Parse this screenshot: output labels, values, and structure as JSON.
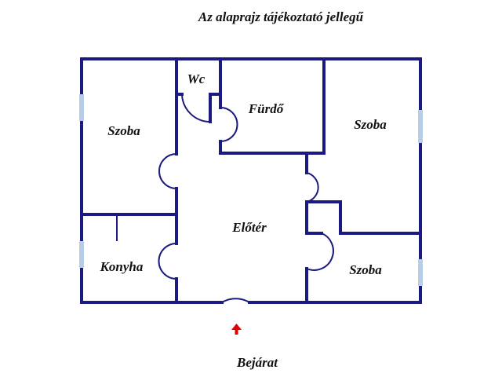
{
  "title": "Az alaprajz tájékoztató jellegű",
  "rooms": {
    "wc": "Wc",
    "furdo": "Fürdő",
    "szoba_left": "Szoba",
    "szoba_right_top": "Szoba",
    "szoba_right_bottom": "Szoba",
    "eloter": "Előtér",
    "konyha": "Konyha"
  },
  "entrance": {
    "label": "Bejárat",
    "marker_icon": "arrow-up-icon"
  },
  "colors": {
    "wall": "#1a1a80",
    "window": "#b8cde8",
    "arrow": "#e00000",
    "text": "#111111"
  }
}
